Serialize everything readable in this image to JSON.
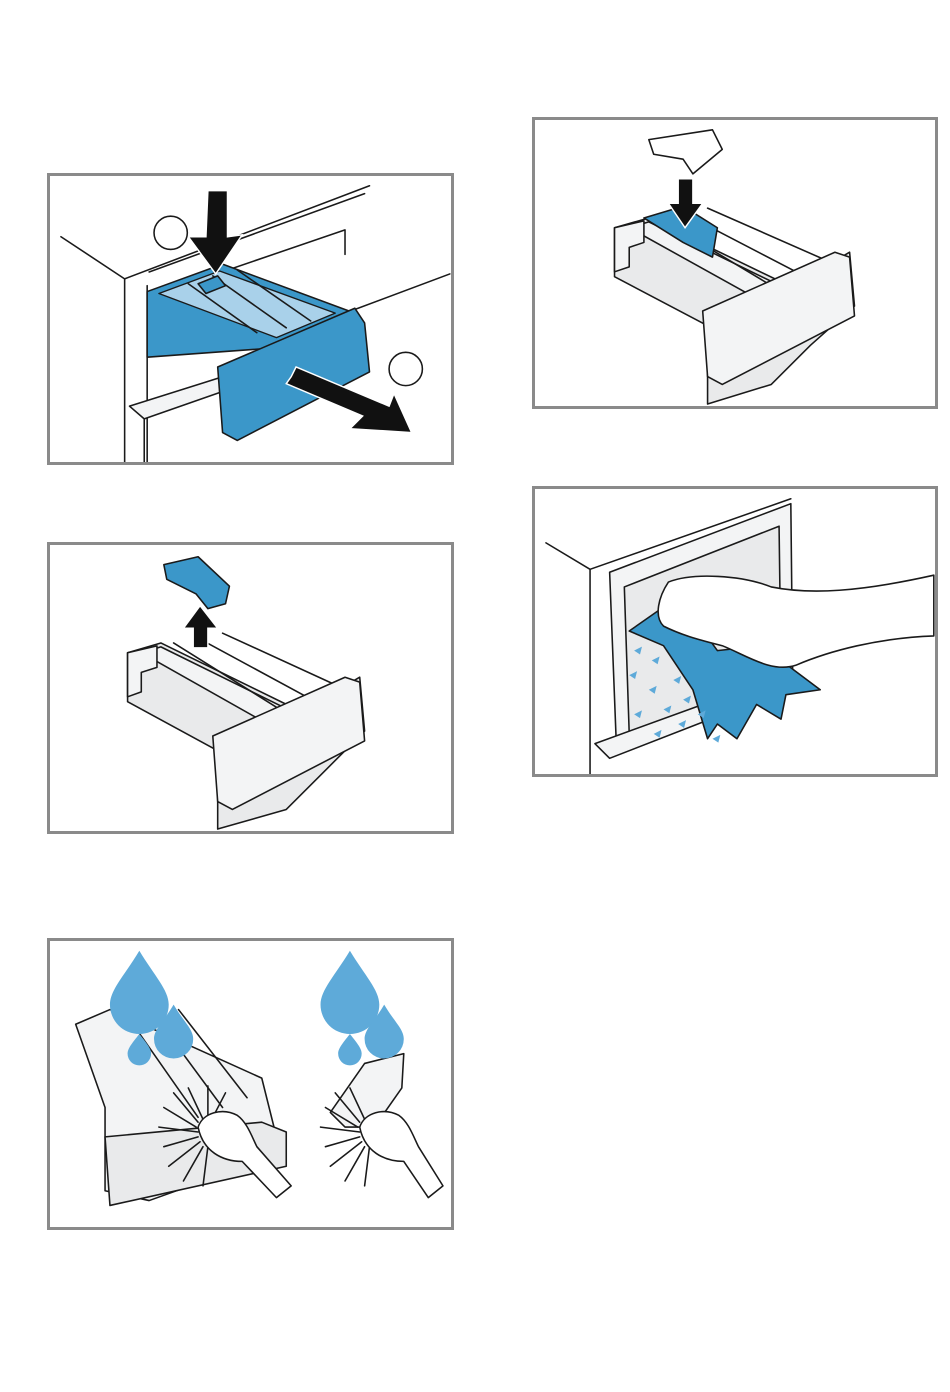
{
  "figures": [
    {
      "id": "remove-drawer",
      "icons": [
        "arrow-down-icon",
        "arrow-pull-icon",
        "step-marker-1",
        "step-marker-2"
      ]
    },
    {
      "id": "reinsert-insert",
      "icons": [
        "arrow-down-icon"
      ]
    },
    {
      "id": "remove-insert",
      "icons": [
        "arrow-up-icon"
      ]
    },
    {
      "id": "wipe-dispenser-housing",
      "icons": [
        "cloth-icon",
        "hand-icon"
      ]
    },
    {
      "id": "rinse-and-brush",
      "icons": [
        "water-drop-icon",
        "brush-icon",
        "hand-icon"
      ]
    }
  ],
  "colors": {
    "accent": "#3b97c9",
    "water": "#5eaad9",
    "frame": "#8a8a8a",
    "line": "#1a1a1a",
    "panel_fill": "#e9eaeb"
  }
}
